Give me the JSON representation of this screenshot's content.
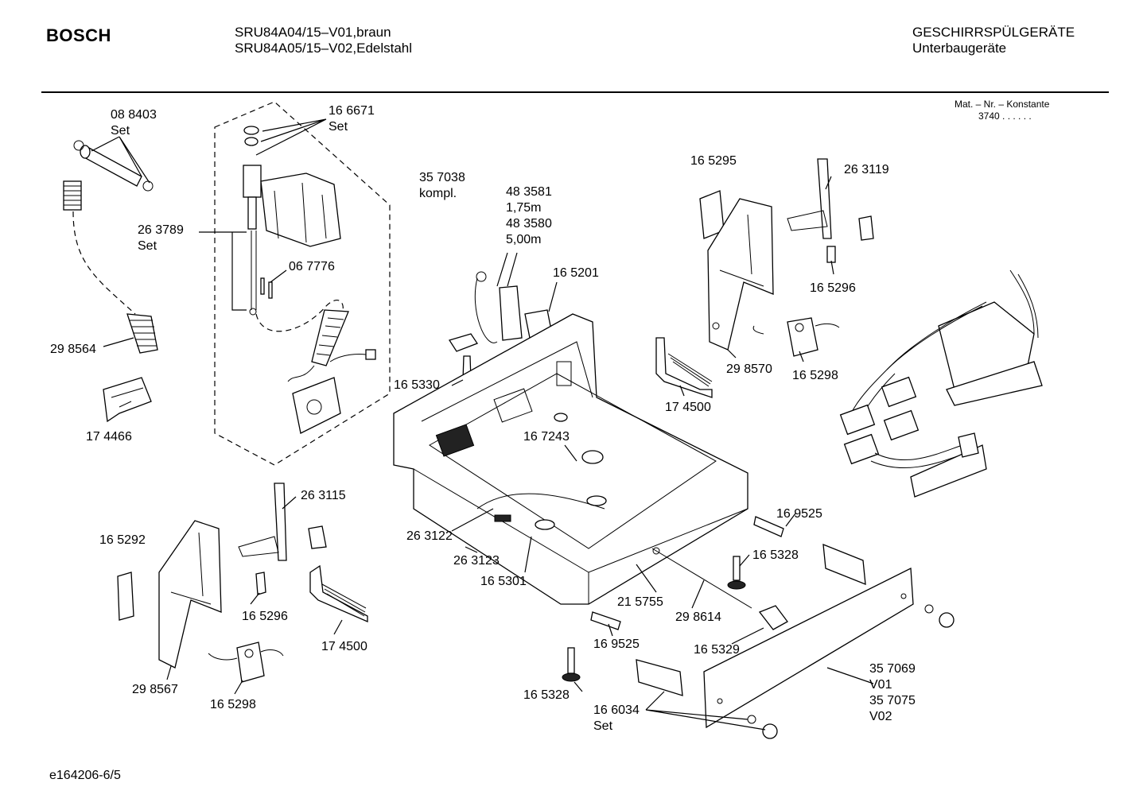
{
  "header": {
    "brand": "BOSCH",
    "model_line_1": "SRU84A04/15–V01,braun",
    "model_line_2": "SRU84A05/15–V02,Edelstahl",
    "category_line_1": "GESCHIRRSPÜLGERÄTE",
    "category_line_2": "Unterbaugeräte",
    "mat_nr_caption": "Mat. – Nr. – Konstante",
    "mat_nr_value": "3740 . . . . . ."
  },
  "footer": {
    "doc_code": "e164206-6/5"
  },
  "callouts": [
    {
      "lines": [
        "08 8403",
        "Set"
      ]
    },
    {
      "lines": [
        "16 6671",
        "Set"
      ]
    },
    {
      "lines": [
        "35 7038",
        "kompl."
      ]
    },
    {
      "lines": [
        "26 3789",
        "Set"
      ]
    },
    {
      "lines": [
        "06 7776"
      ]
    },
    {
      "lines": [
        "29 8564"
      ]
    },
    {
      "lines": [
        "17 4466"
      ]
    },
    {
      "lines": [
        "48 3581",
        "1,75m",
        "48 3580",
        "5,00m"
      ]
    },
    {
      "lines": [
        "16 5201"
      ]
    },
    {
      "lines": [
        "16 5330"
      ]
    },
    {
      "lines": [
        "16 7243"
      ]
    },
    {
      "lines": [
        "16 5295"
      ]
    },
    {
      "lines": [
        "26 3119"
      ]
    },
    {
      "lines": [
        "16 5296"
      ]
    },
    {
      "lines": [
        "29 8570"
      ]
    },
    {
      "lines": [
        "16 5298"
      ]
    },
    {
      "lines": [
        "17 4500"
      ]
    },
    {
      "lines": [
        "26 3115"
      ]
    },
    {
      "lines": [
        "16 5292"
      ]
    },
    {
      "lines": [
        "16 5296"
      ]
    },
    {
      "lines": [
        "17 4500"
      ]
    },
    {
      "lines": [
        "29 8567"
      ]
    },
    {
      "lines": [
        "16 5298"
      ]
    },
    {
      "lines": [
        "26 3122"
      ]
    },
    {
      "lines": [
        "26 3123"
      ]
    },
    {
      "lines": [
        "16 5301"
      ]
    },
    {
      "lines": [
        "16 9525"
      ]
    },
    {
      "lines": [
        "16 5328"
      ]
    },
    {
      "lines": [
        "21 5755"
      ]
    },
    {
      "lines": [
        "29 8614"
      ]
    },
    {
      "lines": [
        "16 9525"
      ]
    },
    {
      "lines": [
        "16 5329"
      ]
    },
    {
      "lines": [
        "16 5328"
      ]
    },
    {
      "lines": [
        "16 6034",
        "Set"
      ]
    },
    {
      "lines": [
        "35 7069",
        "V01",
        "35 7075",
        "V02"
      ]
    }
  ]
}
